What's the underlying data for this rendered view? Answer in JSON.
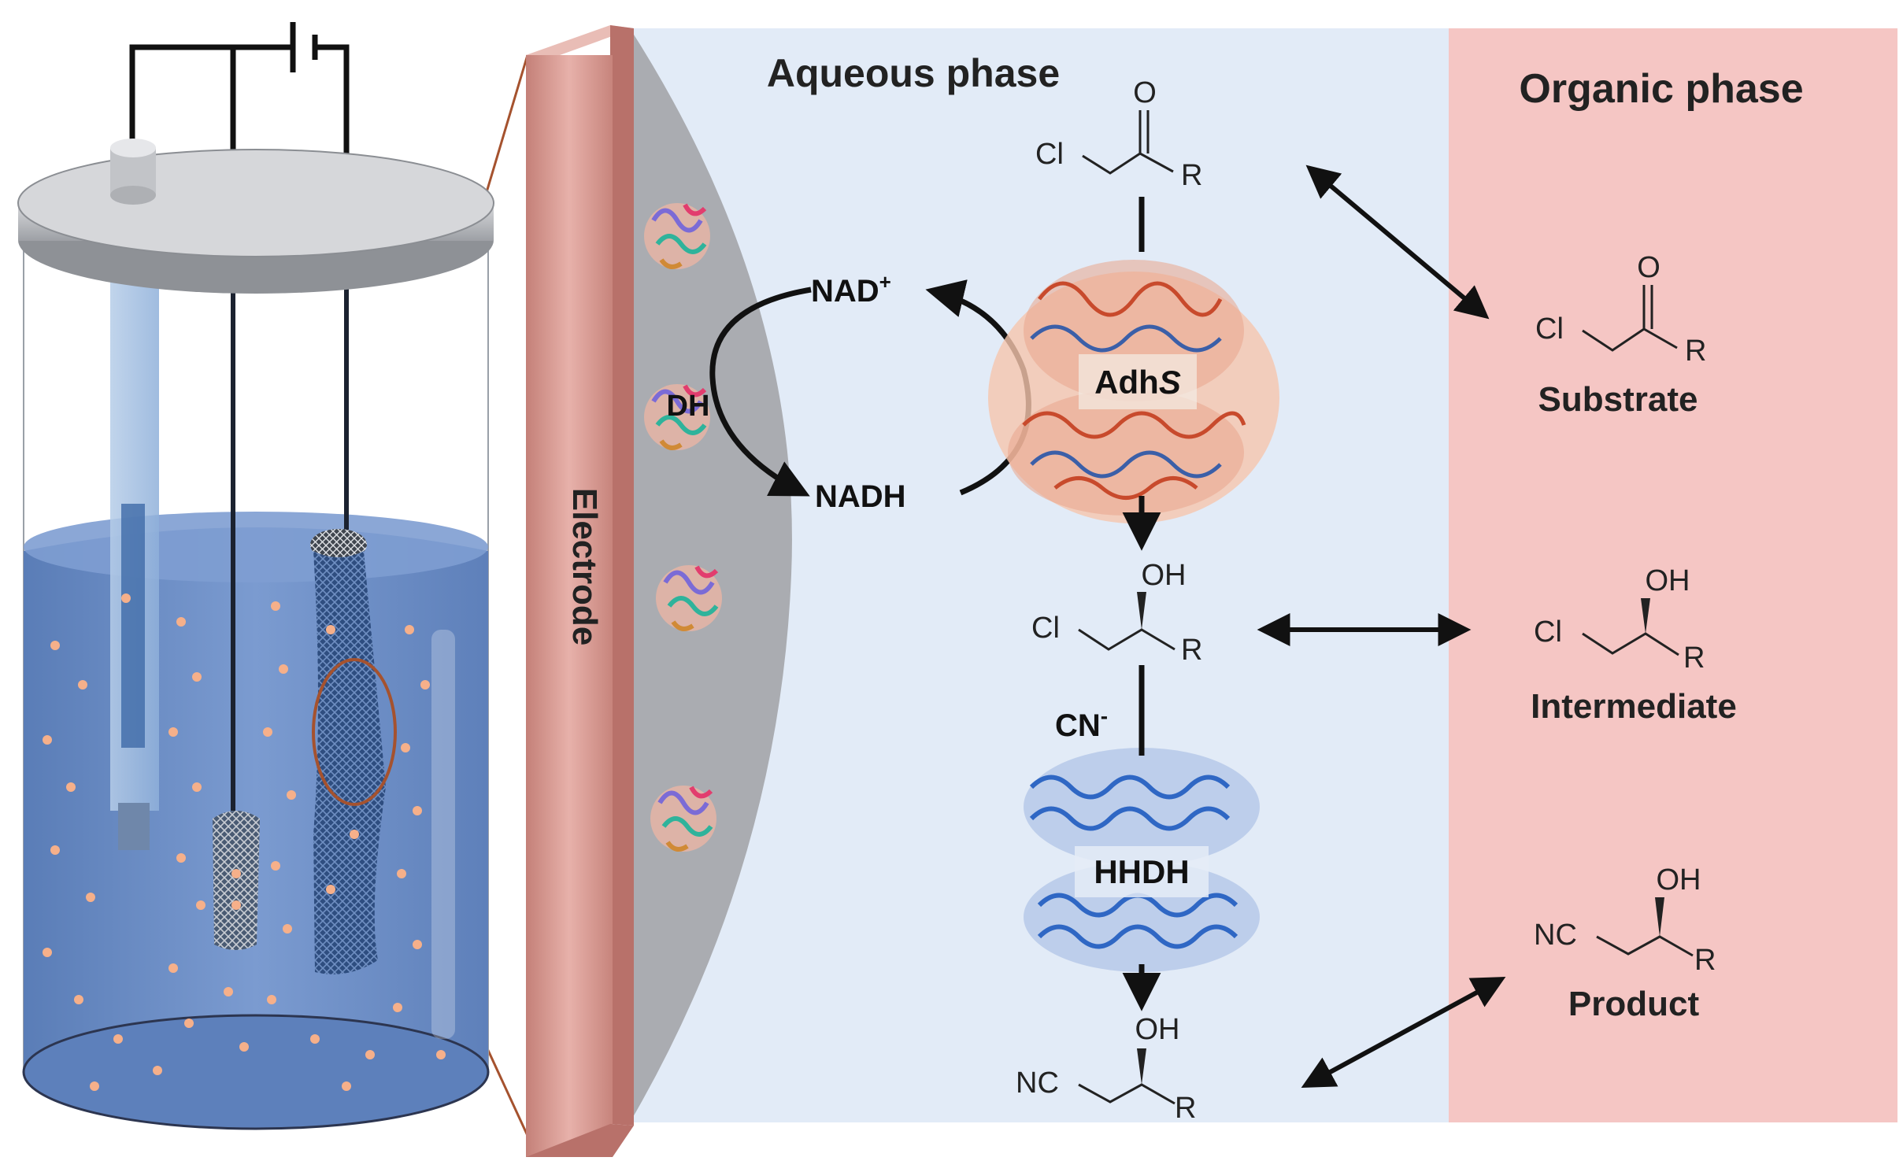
{
  "labels": {
    "aqueous_phase": "Aqueous phase",
    "organic_phase": "Organic phase",
    "electrode": "Electrode",
    "nad_plus": "NAD",
    "nad_plus_sup": "+",
    "nadh": "NADH",
    "dh": "DH",
    "adhs_prefix": "Adh",
    "adhs_italic": "S",
    "hhdh": "HHDH",
    "cyanide": "CN",
    "cyanide_sup": "-",
    "substrate": "Substrate",
    "intermediate": "Intermediate",
    "product": "Product"
  },
  "atoms": {
    "cl": "Cl",
    "o": "O",
    "r": "R",
    "oh": "OH",
    "nc": "NC"
  },
  "colors": {
    "aqueous_bg": "#e2ebf7",
    "organic_bg": "#f5c6c4",
    "electrode_gray": "#a7a9ad",
    "electrode_bar": "#d79a93",
    "electrolyte": "#6c8ec2",
    "particle": "#f6b08a",
    "adhs_red": "#c84a2c",
    "adhs_blue": "#3b5fa8",
    "hhdh_blue": "#2f67c4"
  },
  "icons": [
    "battery-symbol-icon",
    "electrochemical-cell-icon",
    "protein-structure-icon"
  ]
}
